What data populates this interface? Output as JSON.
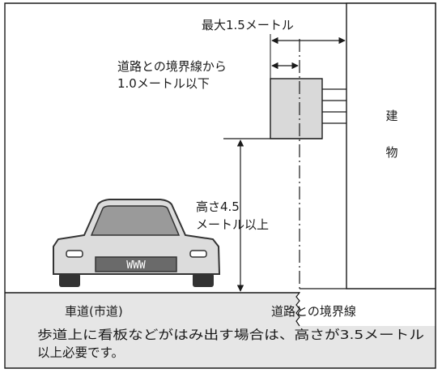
{
  "labels": {
    "max_overhang": "最大1.5メートル",
    "boundary_distance_line1": "道路との境界線から",
    "boundary_distance_line2": "1.0メートル以下",
    "height_line1": "高さ4.5",
    "height_line2": "メートル以上",
    "building_char1": "建",
    "building_char2": "物",
    "roadway": "車道(市道)",
    "boundary_line": "道路との境界線",
    "car_plate": "WWW"
  },
  "caption": {
    "line1": "歩道上に看板などがはみ出す場合は、高さが3.5メートル",
    "line2": "以上必要です。"
  },
  "colors": {
    "frame": "#1a1a1a",
    "ground": "#e6e6e6",
    "sign": "#d9d9d9",
    "car_body": "#dcdcdc",
    "car_glass": "#9a9a9a",
    "car_dark": "#333333"
  }
}
